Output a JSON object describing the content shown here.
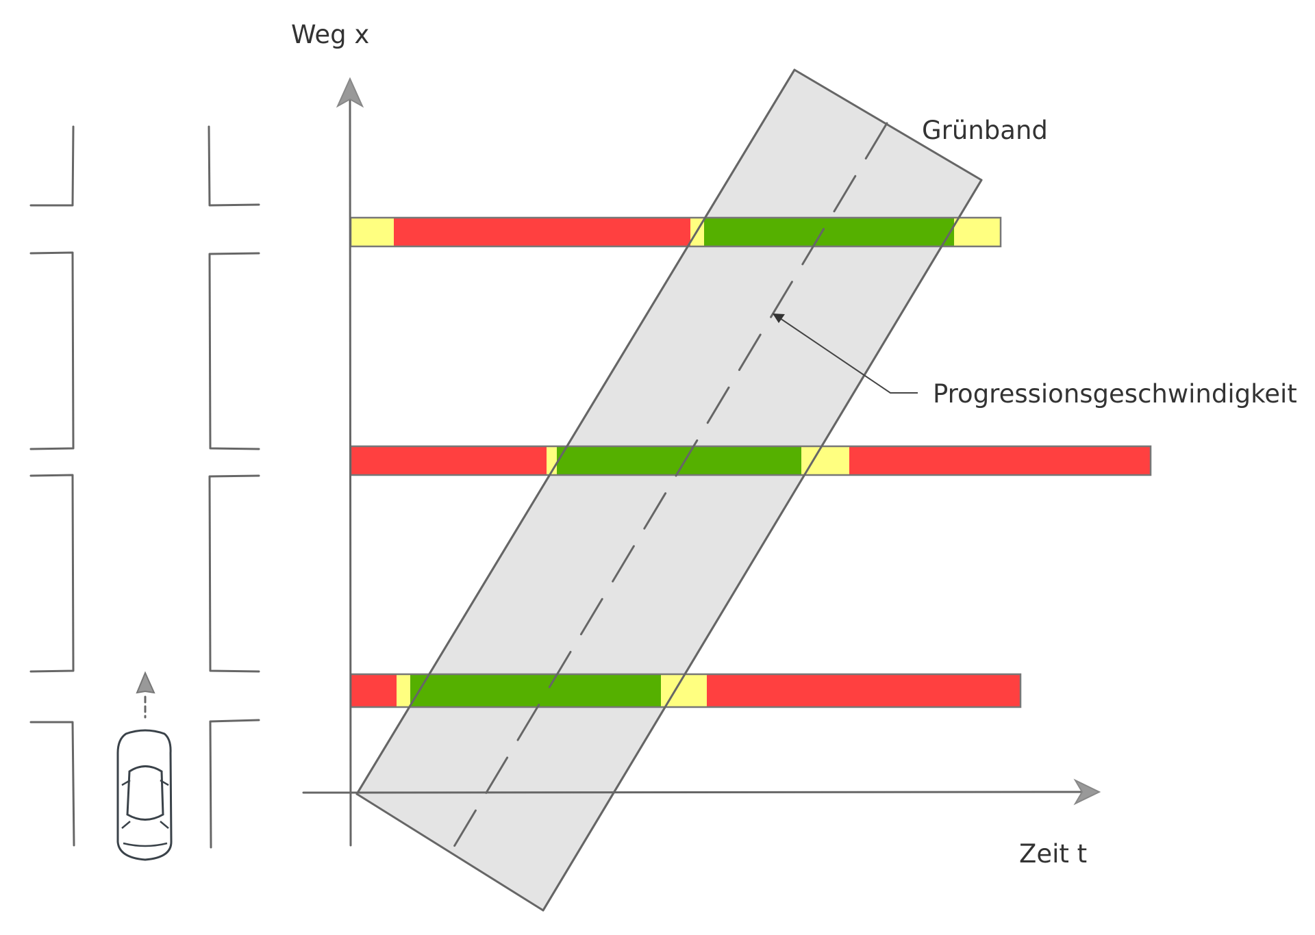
{
  "labels": {
    "y_axis": "Weg x",
    "x_axis": "Zeit t",
    "band": "Grünband",
    "speed": "Progressionsgeschwindigkeit"
  },
  "colors": {
    "red": "#ff4040",
    "yellow": "#ffff80",
    "green": "#55b000",
    "band_fill": "#e4e4e4",
    "line": "#666666"
  },
  "signal_bars": [
    {
      "name": "signal-bar-top",
      "phases": [
        "yellow",
        "red",
        "yellow",
        "green",
        "yellow"
      ]
    },
    {
      "name": "signal-bar-middle",
      "phases": [
        "red",
        "yellow",
        "green",
        "yellow",
        "red"
      ]
    },
    {
      "name": "signal-bar-bottom",
      "phases": [
        "red",
        "yellow",
        "green",
        "yellow",
        "red"
      ]
    }
  ]
}
